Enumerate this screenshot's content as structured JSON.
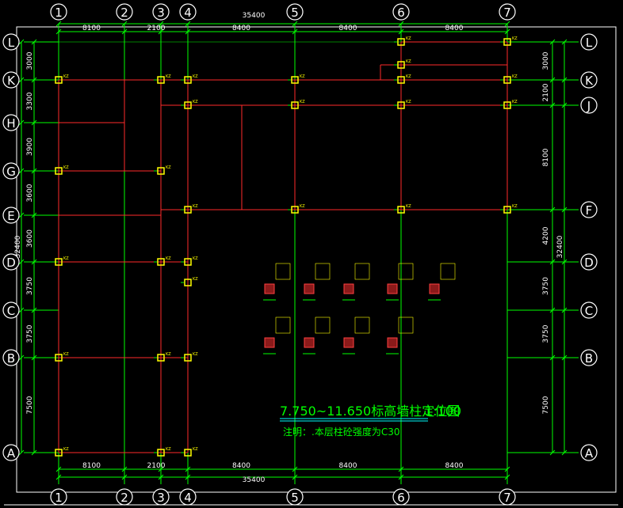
{
  "axes_x": [
    {
      "label": "1"
    },
    {
      "label": "2"
    },
    {
      "label": "3"
    },
    {
      "label": "4"
    },
    {
      "label": "5"
    },
    {
      "label": "6"
    },
    {
      "label": "7"
    }
  ],
  "axes_y": [
    {
      "label": "L"
    },
    {
      "label": "K"
    },
    {
      "label": "H"
    },
    {
      "label": "G"
    },
    {
      "label": "E"
    },
    {
      "label": "D"
    },
    {
      "label": "C"
    },
    {
      "label": "B"
    },
    {
      "label": "A"
    }
  ],
  "axes_y_right": [
    {
      "label": "L"
    },
    {
      "label": "K"
    },
    {
      "label": "J"
    },
    {
      "label": "F"
    },
    {
      "label": "D"
    },
    {
      "label": "C"
    },
    {
      "label": "B"
    },
    {
      "label": "A"
    }
  ],
  "dims_top_total": "35400",
  "dims_top": [
    "8100",
    "2100",
    "8400",
    "8400",
    "8400"
  ],
  "dims_bottom": [
    "8100",
    "2100",
    "8400",
    "8400",
    "8400"
  ],
  "dims_bottom_total": "35400",
  "dims_left": [
    "3000",
    "3300",
    "3900",
    "3600",
    "3600",
    "3750",
    "3750",
    "7500"
  ],
  "dims_left_total": "32400",
  "dims_right": [
    "3000",
    "2100",
    "8100",
    "4200",
    "3750",
    "3750",
    "7500"
  ],
  "dims_right_total": "32400",
  "title": "7.750~11.650标高墙柱定位图",
  "scale": "1:100",
  "note": "注明：.本层柱砼强度为C30",
  "colors": {
    "grid": "#00ff00",
    "beam": "#ff2a2a",
    "column": "#ffff00",
    "text": "#ffffff",
    "background": "#000000"
  }
}
